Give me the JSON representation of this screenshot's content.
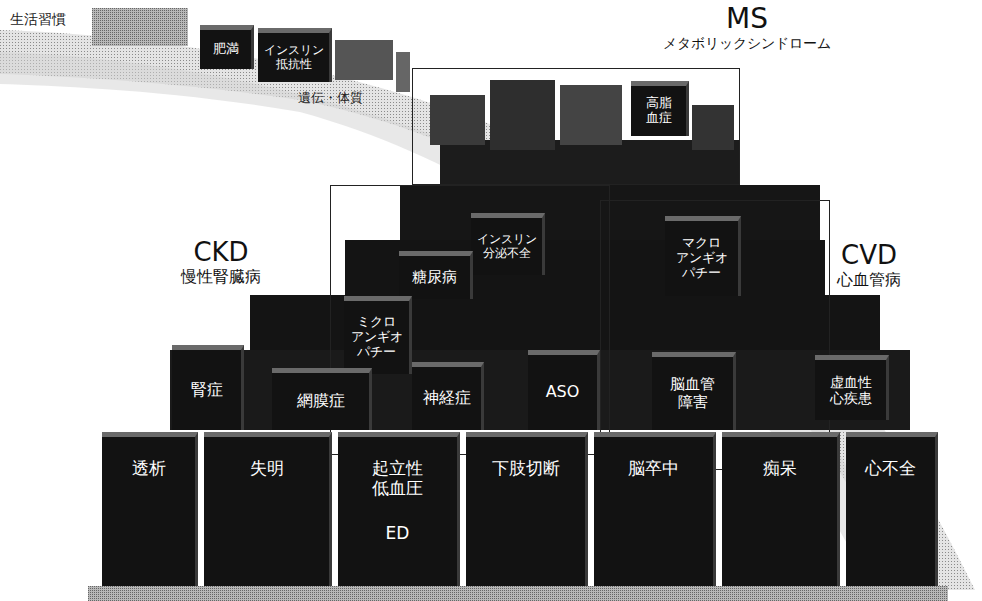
{
  "diagram": {
    "nodes": [
      {
        "text": [
          "肥満"
        ]
      },
      {
        "text": [
          "インスリン 抵抗性"
        ]
      },
      {
        "text": [
          "MS",
          "メタボリックシンドローム"
        ]
      },
      {
        "text": [
          "高脂 血症"
        ],
        "in": 2
      },
      {
        "text": [
          "CKD",
          "慢性腎臓病"
        ]
      },
      {
        "text": [
          "CVD",
          "心血管病"
        ]
      },
      {
        "text": [
          "インスリン 分泌不全"
        ],
        "in": 4
      },
      {
        "text": [
          "糖尿病"
        ],
        "in": 4
      },
      {
        "text": [
          "マクロ アンギオ パチー"
        ],
        "in": 5
      },
      {
        "text": [
          "ミクロ アンギオ パチー"
        ],
        "in": 4
      },
      {
        "text": [
          "腎症"
        ]
      },
      {
        "text": [
          "網膜症"
        ]
      },
      {
        "text": [
          "神経症"
        ]
      },
      {
        "text": [
          "ASO"
        ]
      },
      {
        "text": [
          "脳血管 障害"
        ]
      },
      {
        "text": [
          "虚血性 心疾患"
        ]
      },
      {
        "text": [
          "透析"
        ]
      },
      {
        "text": [
          "失明"
        ]
      },
      {
        "text": [
          "起立性 低血圧",
          "ED"
        ]
      },
      {
        "text": [
          "下肢切断"
        ]
      },
      {
        "text": [
          "脳卒中"
        ]
      },
      {
        "text": [
          "痴呆"
        ]
      },
      {
        "text": [
          "心不全"
        ]
      }
    ],
    "labels": [
      "生活習慣",
      "遺伝・体質"
    ]
  }
}
